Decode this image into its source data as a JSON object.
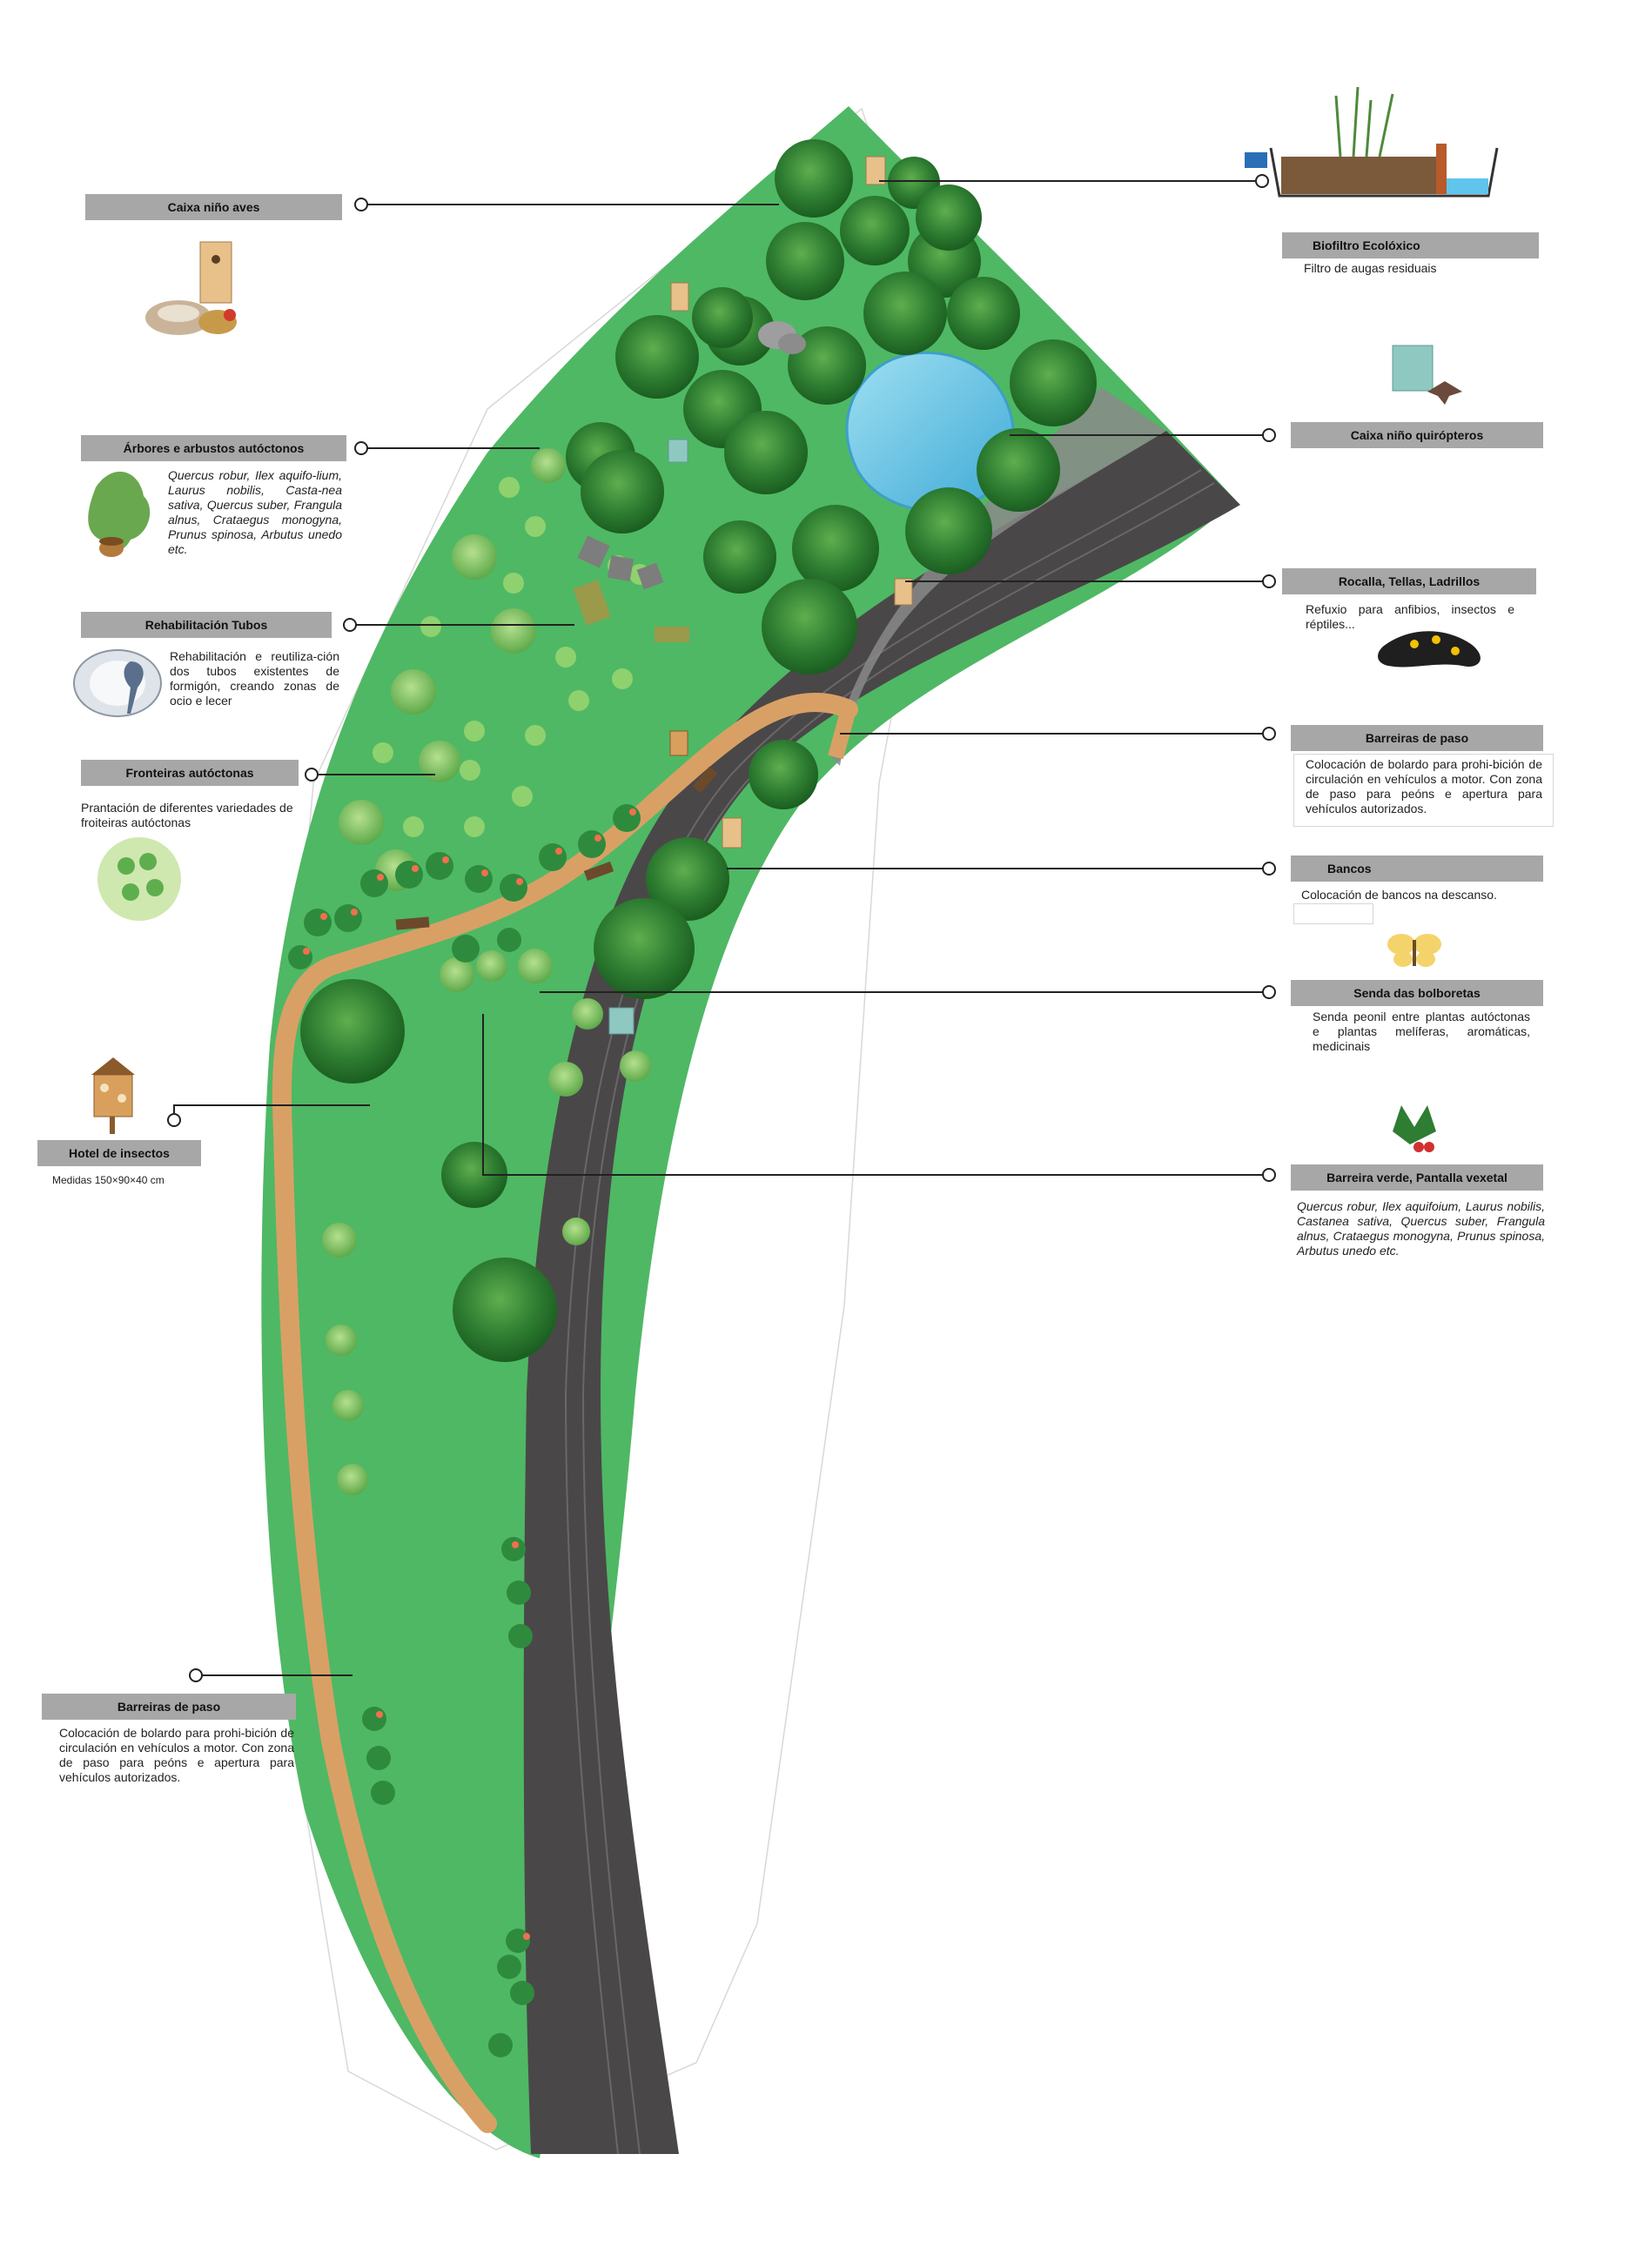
{
  "labels": {
    "caixa_aves": {
      "title": "Caixa niño aves"
    },
    "arbores": {
      "title": "Árbores e arbustos autóctonos",
      "text": "Quercus robur, Ilex aquifo-lium, Laurus nobilis, Casta-nea sativa, Quercus suber, Frangula alnus, Crataegus monogyna, Prunus spinosa, Arbutus unedo etc."
    },
    "tubos": {
      "title": "Rehabilitación Tubos",
      "text": "Rehabilitación e reutiliza-ción dos tubos existentes de formigón, creando zonas de ocio e lecer"
    },
    "fronteiras": {
      "title": "Fronteiras autóctonas",
      "text": "Prantación de diferentes variedades de froiteiras autóctonas"
    },
    "hotel": {
      "title": "Hotel de insectos",
      "text": "Medidas 150×90×40 cm"
    },
    "barreiras_left": {
      "title": "Barreiras de paso",
      "text": "Colocación de bolardo para prohi-bición de circulación en vehículos a motor. Con zona de paso para peóns e apertura para vehículos autorizados."
    },
    "biofiltro": {
      "title": "Biofiltro Ecolóxico",
      "text": "Filtro de augas residuais"
    },
    "quiropteros": {
      "title": "Caixa niño quirópteros"
    },
    "rocalla": {
      "title": "Rocalla, Tellas, Ladrillos",
      "text": "Refuxio para anfibios, insectos e réptiles..."
    },
    "barreiras_right": {
      "title": "Barreiras de paso",
      "text": "Colocación de bolardo para prohi-bición de circulación en vehículos a motor. Con zona de paso para peóns e apertura para vehículos autorizados."
    },
    "bancos": {
      "title": "Bancos",
      "text": "Colocación de bancos na descanso."
    },
    "bolboretas": {
      "title": "Senda das bolboretas",
      "text": "Senda peonil entre plantas autóctonas e plantas melíferas, aromáticas, medicinais"
    },
    "barreira_verde": {
      "title": "Barreira verde, Pantalla vexetal",
      "text": "Quercus robur, Ilex aquifoium, Laurus nobilis, Castanea sativa, Quercus suber, Frangula alnus, Crataegus monogyna, Prunus spinosa, Arbutus unedo etc."
    }
  },
  "colors": {
    "park_green": "#4fb864",
    "dark_tree": "#2e7d32",
    "light_tree": "#7cc26b",
    "path": "#d9a066",
    "road": "#4a4748",
    "pond": "#6ec9e6",
    "label_bg": "#a7a7a7"
  }
}
